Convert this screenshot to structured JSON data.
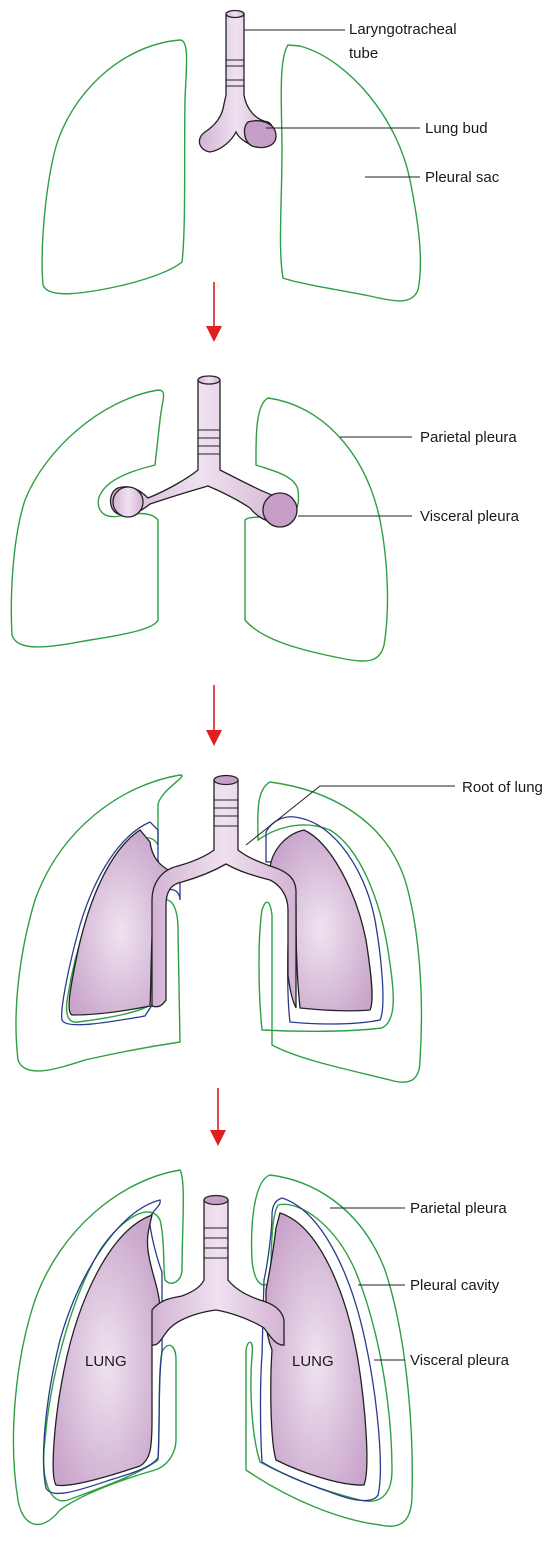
{
  "colors": {
    "pleura_green": "#2ea043",
    "visceral_blue": "#2b3a8f",
    "lung_fill": "#d7bcd8",
    "arrow_red": "#e02020"
  },
  "stage1": {
    "laryngotracheal_tube": "Laryngotracheal tube",
    "lung_bud": "Lung bud",
    "pleural_sac": "Pleural sac"
  },
  "stage2": {
    "parietal_pleura": "Parietal pleura",
    "visceral_pleura": "Visceral pleura"
  },
  "stage3": {
    "root_of_lung": "Root of lung"
  },
  "stage4": {
    "parietal_pleura": "Parietal pleura",
    "pleural_cavity": "Pleural cavity",
    "visceral_pleura": "Visceral pleura",
    "lung_left": "LUNG",
    "lung_right": "LUNG"
  }
}
